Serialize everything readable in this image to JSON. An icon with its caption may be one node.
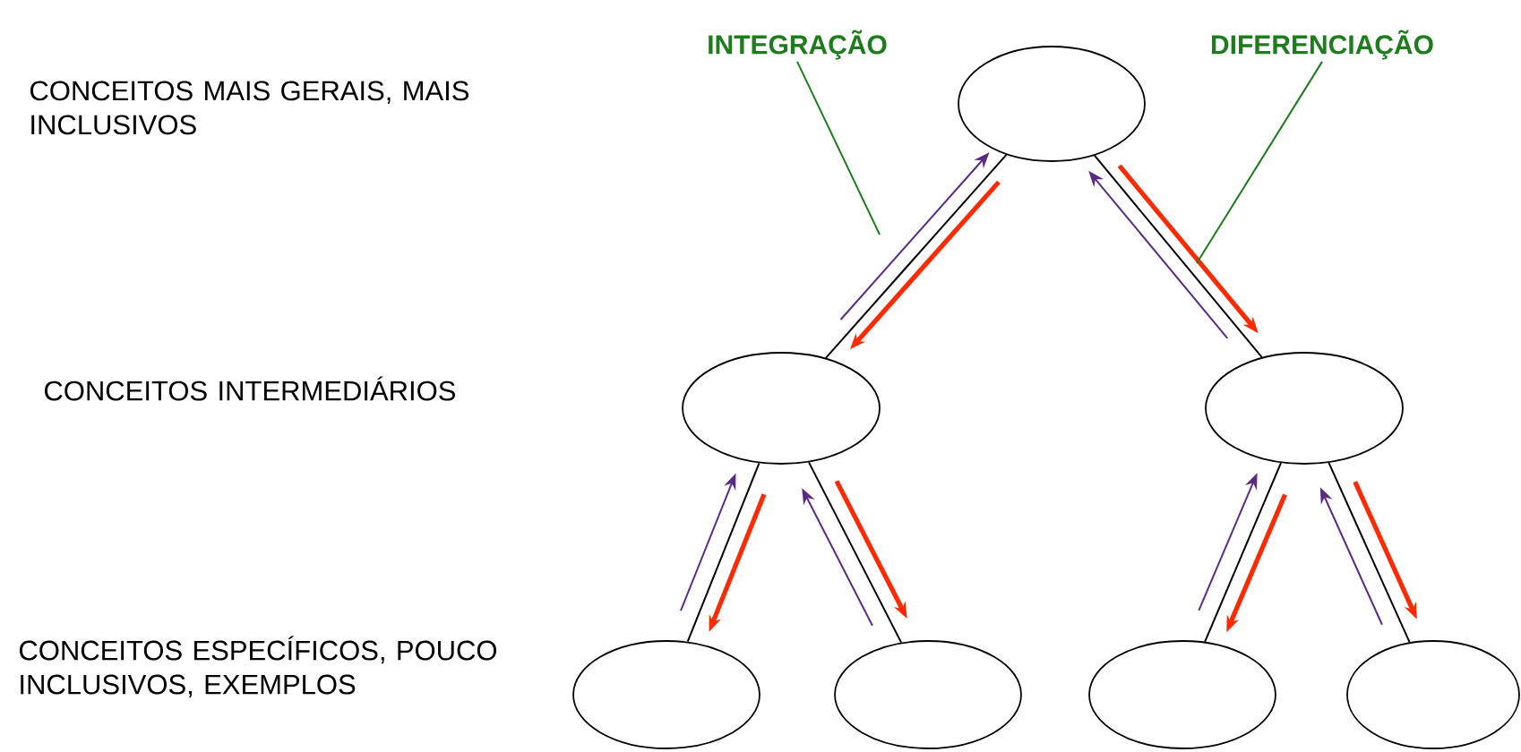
{
  "diagram": {
    "nodes": [
      {
        "text": [],
        "shape": "ellipse"
      },
      {
        "text": [],
        "shape": "ellipse"
      },
      {
        "text": [],
        "shape": "ellipse"
      },
      {
        "text": [],
        "shape": "ellipse"
      },
      {
        "text": [],
        "shape": "ellipse"
      },
      {
        "text": [],
        "shape": "ellipse"
      },
      {
        "text": [],
        "shape": "ellipse"
      },
      {
        "text": [
          "INTEGRAÇÃO"
        ]
      },
      {
        "text": [
          "DIFERENCIAÇÃO"
        ]
      }
    ],
    "edges": [
      {
        "from": 0,
        "to": 1,
        "arrow": "none"
      },
      {
        "from": 0,
        "to": 1,
        "arrow": "to",
        "style": "thick",
        "color": "#ff2a00"
      },
      {
        "from": 1,
        "to": 0,
        "arrow": "to",
        "color": "#5b2c83"
      },
      {
        "from": 0,
        "to": 2,
        "arrow": "none"
      },
      {
        "from": 0,
        "to": 2,
        "arrow": "to",
        "style": "thick",
        "color": "#ff2a00"
      },
      {
        "from": 2,
        "to": 0,
        "arrow": "to",
        "color": "#5b2c83"
      },
      {
        "from": 1,
        "to": 3,
        "arrow": "none"
      },
      {
        "from": 1,
        "to": 3,
        "arrow": "to",
        "style": "thick",
        "color": "#ff2a00"
      },
      {
        "from": 3,
        "to": 1,
        "arrow": "to",
        "color": "#5b2c83"
      },
      {
        "from": 1,
        "to": 4,
        "arrow": "none"
      },
      {
        "from": 1,
        "to": 4,
        "arrow": "to",
        "style": "thick",
        "color": "#ff2a00"
      },
      {
        "from": 4,
        "to": 1,
        "arrow": "to",
        "color": "#5b2c83"
      },
      {
        "from": 2,
        "to": 5,
        "arrow": "none"
      },
      {
        "from": 2,
        "to": 5,
        "arrow": "to",
        "style": "thick",
        "color": "#ff2a00"
      },
      {
        "from": 5,
        "to": 2,
        "arrow": "to",
        "color": "#5b2c83"
      },
      {
        "from": 2,
        "to": 6,
        "arrow": "none"
      },
      {
        "from": 2,
        "to": 6,
        "arrow": "to",
        "style": "thick",
        "color": "#ff2a00"
      },
      {
        "from": 6,
        "to": 2,
        "arrow": "to",
        "color": "#5b2c83"
      },
      {
        "from": 7,
        "to": null,
        "arrow": "none",
        "color": "#1e7b1e"
      },
      {
        "from": 8,
        "to": null,
        "arrow": "none",
        "color": "#1e7b1e"
      }
    ],
    "labels": [
      "CONCEITOS MAIS GERAIS, MAIS INCLUSIVOS",
      "CONCEITOS INTERMEDIÁRIOS",
      "CONCEITOS ESPECÍFICOS, POUCO INCLUSIVOS, EXEMPLOS"
    ]
  }
}
